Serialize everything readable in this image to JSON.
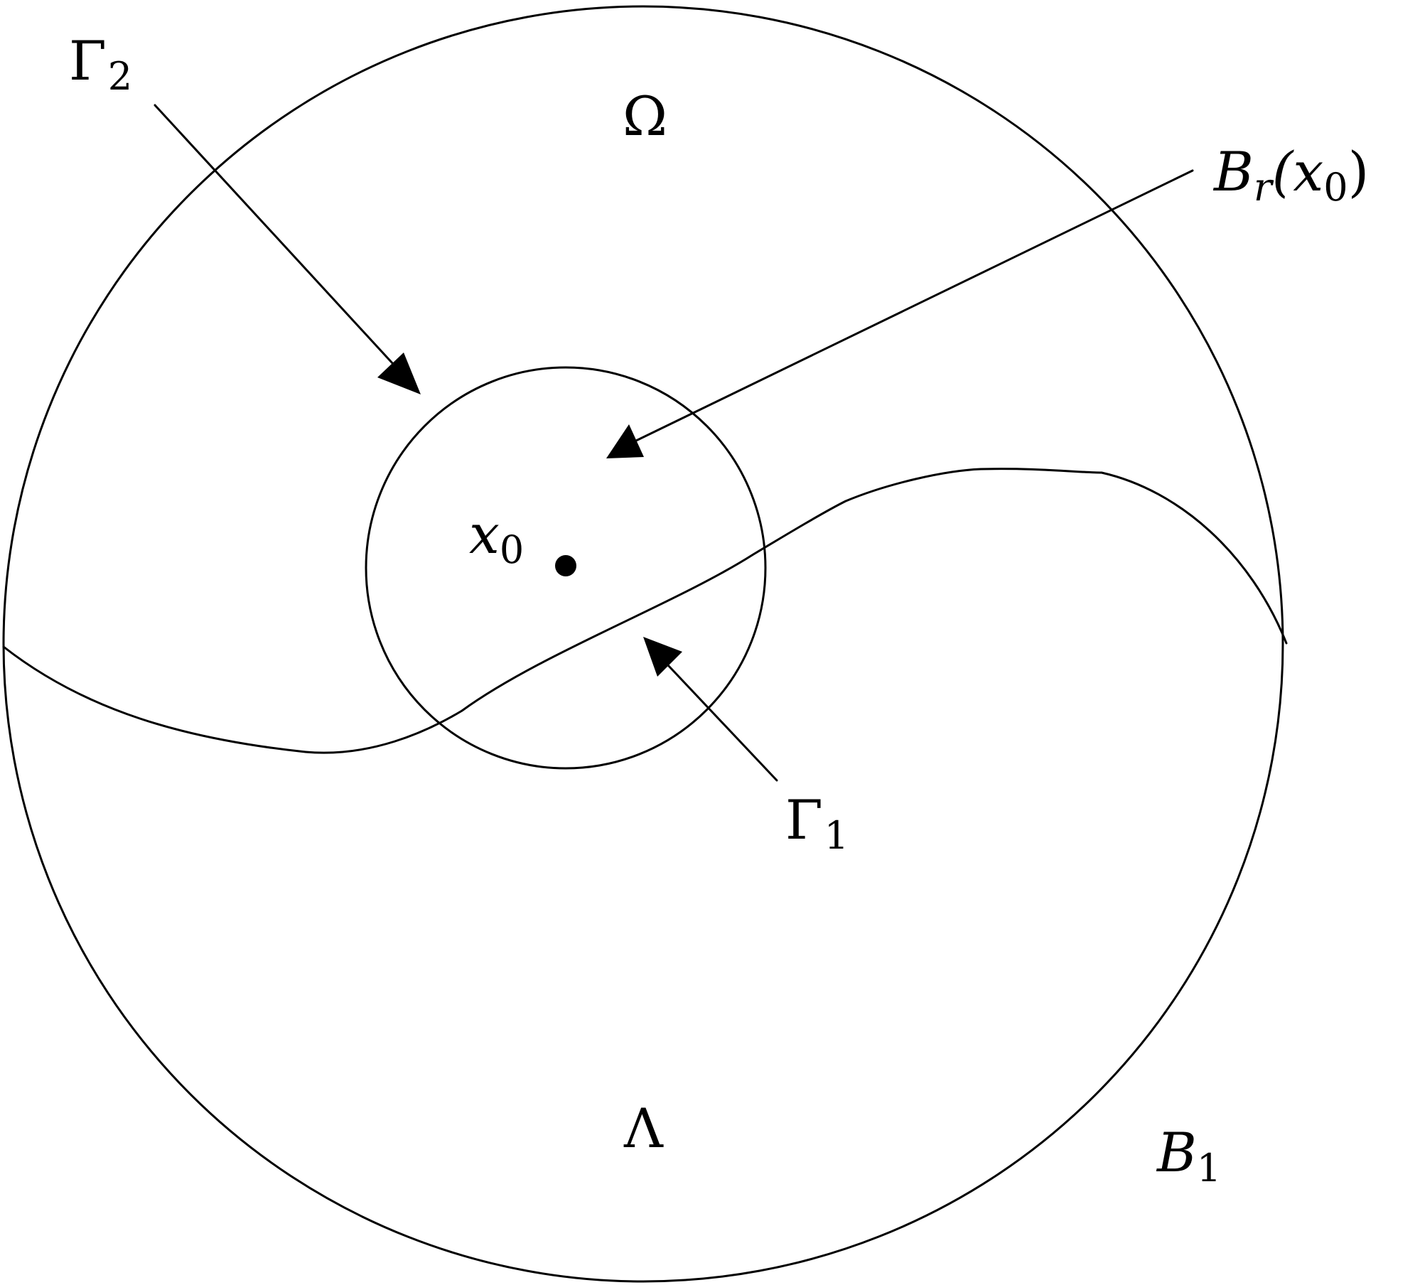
{
  "labels": {
    "gamma2": {
      "main": "Γ",
      "sub": "2"
    },
    "omega": "Ω",
    "br": {
      "main": "B",
      "sub": "r",
      "tail": "(x",
      "tailsub": "0",
      "close": ")"
    },
    "x0": {
      "main": "x",
      "sub": "0"
    },
    "gamma1": {
      "main": "Γ",
      "sub": "1"
    },
    "lambda": "Λ",
    "b1": {
      "main": "B",
      "sub": "1"
    }
  },
  "colors": {
    "ink": "#000000",
    "background": "#ffffff"
  }
}
